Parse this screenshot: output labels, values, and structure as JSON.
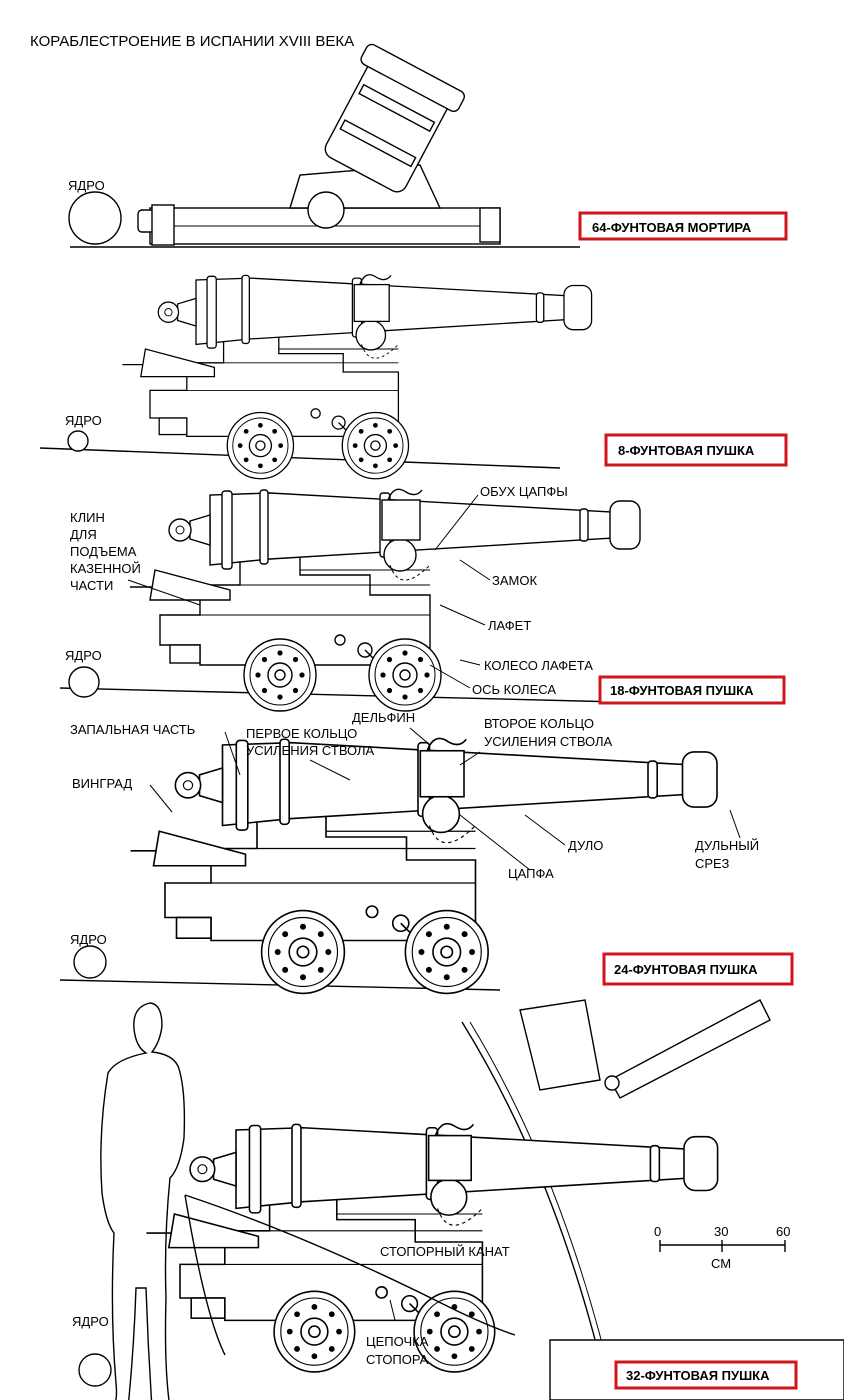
{
  "title": "КОРАБЛЕСТРОЕНИЕ В ИСПАНИИ XVIII ВЕКА",
  "sections": [
    {
      "caption": "64-ФУНТОВАЯ МОРТИРА",
      "ball_label": "ЯДРО"
    },
    {
      "caption": "8-ФУНТОВАЯ ПУШКА",
      "ball_label": "ЯДРО"
    },
    {
      "caption": "18-ФУНТОВАЯ ПУШКА",
      "ball_label": "ЯДРО"
    },
    {
      "caption": "24-ФУНТОВАЯ ПУШКА",
      "ball_label": "ЯДРО"
    },
    {
      "caption": "32-ФУНТОВАЯ ПУШКА",
      "ball_label": "ЯДРО"
    }
  ],
  "labels18": {
    "wedge": [
      "КЛИН",
      "ДЛЯ",
      "ПОДЪЕМА",
      "КАЗЕННОЙ",
      "ЧАСТИ"
    ],
    "trunnion_cap": "ОБУХ ЦАПФЫ",
    "lock": "ЗАМОК",
    "carriage": "ЛАФЕТ",
    "wheel": "КОЛЕСО ЛАФЕТА",
    "axle": "ОСЬ КОЛЕСА"
  },
  "labels24": {
    "vent_field": "ЗАПАЛЬНАЯ ЧАСТЬ",
    "first_ring": [
      "ПЕРВОЕ КОЛЬЦО",
      "УСИЛЕНИЯ СТВОЛА"
    ],
    "dolphin": "ДЕЛЬФИН",
    "second_ring": [
      "ВТОРОЕ КОЛЬЦО",
      "УСИЛЕНИЯ СТВОЛА"
    ],
    "cascabel": "ВИНГРАД",
    "muzzle_bore": "ДУЛО",
    "muzzle_face": [
      "ДУЛЬНЫЙ",
      "СРЕЗ"
    ],
    "trunnion": "ЦАПФА"
  },
  "labels32": {
    "breeching": "СТОПОРНЫЙ КАНАТ",
    "chain": [
      "ЦЕПОЧКА",
      "СТОПОРА"
    ]
  },
  "scale": {
    "ticks": [
      "0",
      "30",
      "60"
    ],
    "unit": "СМ"
  },
  "colors": {
    "caption_border": "#d0141c",
    "ink": "#000000"
  }
}
